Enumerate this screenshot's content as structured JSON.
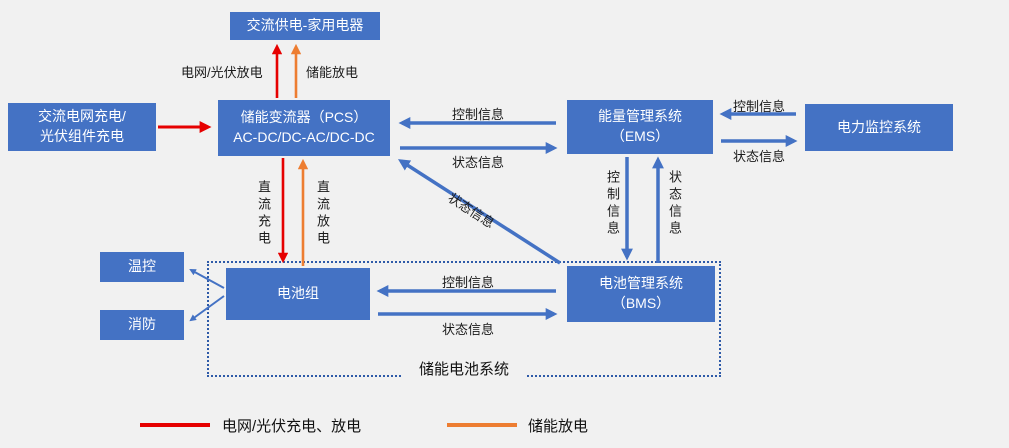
{
  "colors": {
    "canvas_bg": "#f1f1f1",
    "box_blue": "#4472C4",
    "arrow_red": "#E60000",
    "arrow_orange": "#ED7D31",
    "arrow_blue": "#4472C4",
    "dotted_border": "#2E5AA8"
  },
  "boxes": {
    "ac_supply": {
      "label": "交流供电-家用电器"
    },
    "grid_charge": {
      "line1": "交流电网充电/",
      "line2": "光伏组件充电"
    },
    "pcs": {
      "line1": "储能变流器（PCS）",
      "line2": "AC-DC/DC-AC/DC-DC"
    },
    "ems": {
      "line1": "能量管理系统",
      "line2": "（EMS）"
    },
    "monitor": {
      "label": "电力监控系统"
    },
    "battery": {
      "label": "电池组"
    },
    "bms": {
      "line1": "电池管理系统",
      "line2": "（BMS）"
    },
    "temp_control": {
      "label": "温控"
    },
    "fire_protection": {
      "label": "消防"
    }
  },
  "arrow_labels": {
    "grid_pv_discharge": "电网/光伏放电",
    "storage_discharge": "储能放电",
    "dc_charge": "直流充电",
    "dc_discharge": "直流放电",
    "control_info": "控制信息",
    "status_info": "状态信息"
  },
  "group": {
    "battery_system": "储能电池系统"
  },
  "legend": {
    "red_label": "电网/光伏充电、放电",
    "orange_label": "储能放电"
  }
}
